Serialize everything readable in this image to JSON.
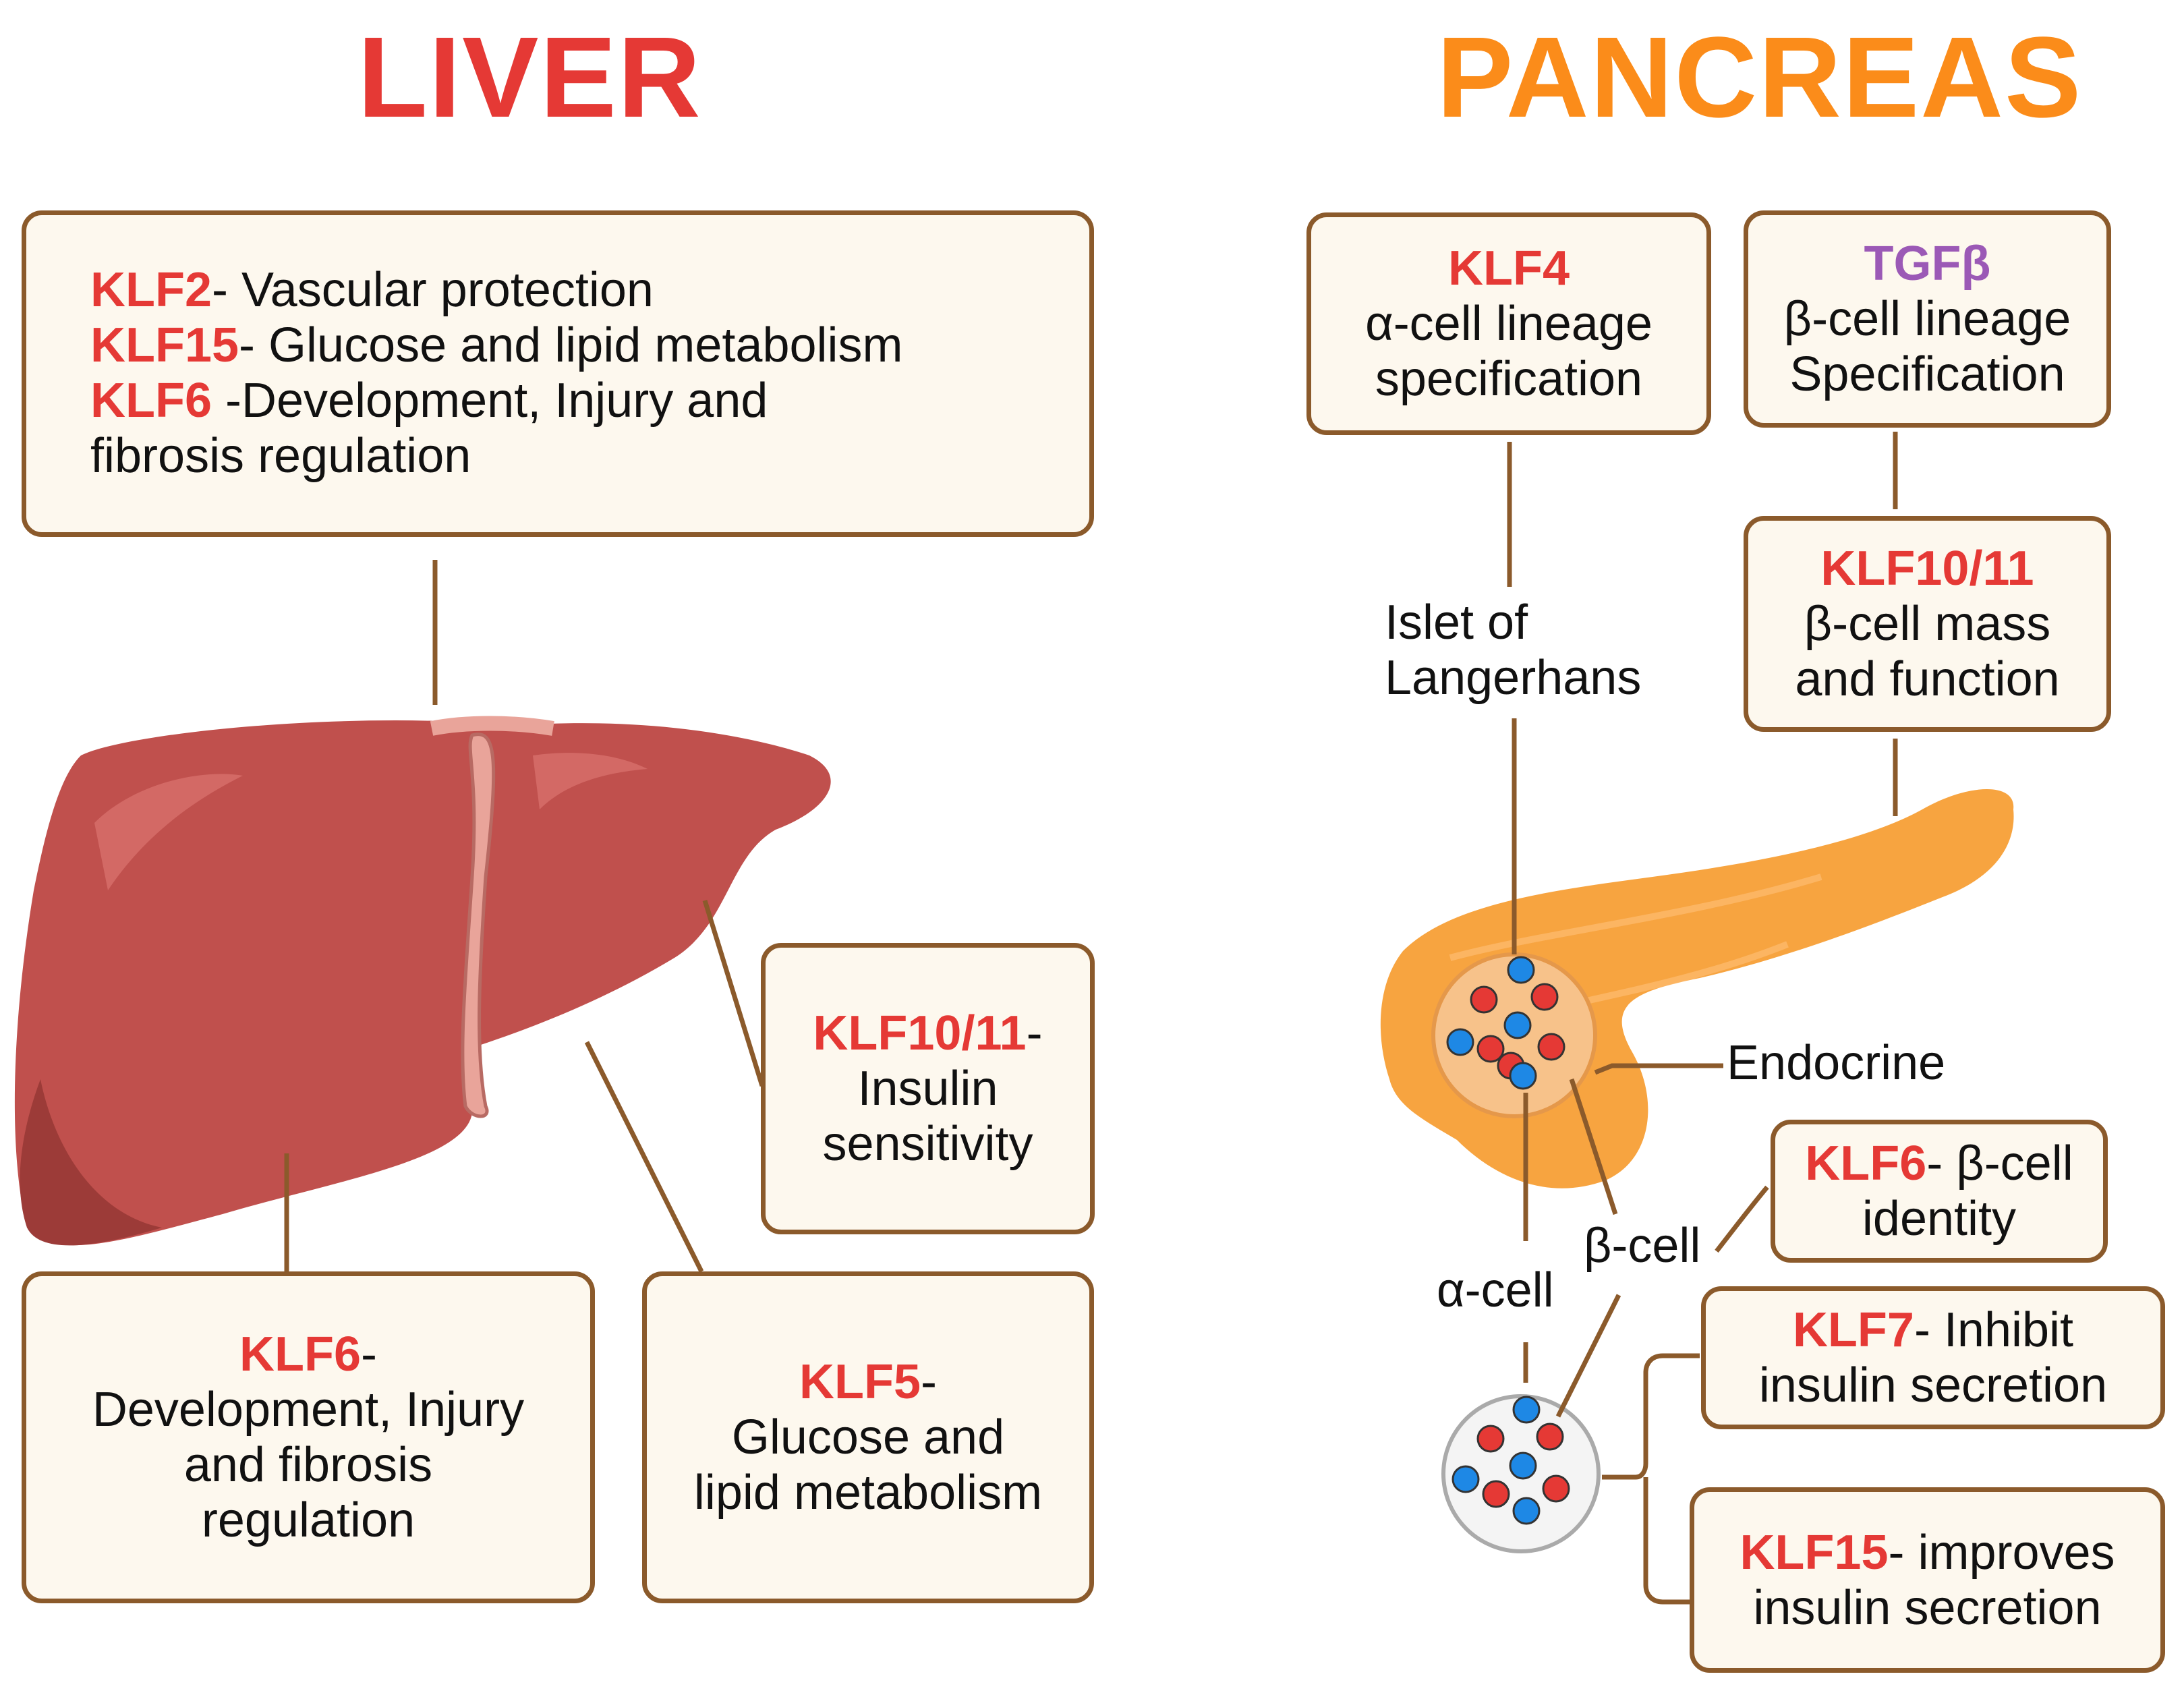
{
  "liver": {
    "title": "LIVER",
    "top_box": {
      "rows": [
        {
          "klf": "KLF2",
          "text": "- Vascular protection"
        },
        {
          "klf": "KLF15",
          "text": "- Glucose and lipid metabolism"
        },
        {
          "klf": "KLF6",
          "text": " -Development, Injury and"
        },
        {
          "klf": "",
          "text": "fibrosis regulation"
        }
      ]
    },
    "klf10_box": {
      "klf": "KLF10/11",
      "suffix": "-",
      "lines": [
        "Insulin",
        "sensitivity"
      ]
    },
    "klf6_box": {
      "klf": "KLF6",
      "suffix": "-",
      "lines": [
        "Development, Injury",
        "and fibrosis",
        "regulation"
      ]
    },
    "klf5_box": {
      "klf": "KLF5",
      "suffix": "-",
      "lines": [
        "Glucose and",
        "lipid metabolism"
      ]
    }
  },
  "pancreas": {
    "title": "PANCREAS",
    "klf4_box": {
      "klf": "KLF4",
      "lines": [
        "α-cell lineage",
        "specification"
      ]
    },
    "tgfb_box": {
      "factor": "TGFβ",
      "lines": [
        "β-cell lineage",
        "Specification"
      ]
    },
    "klf1011_box": {
      "klf": "KLF10/11",
      "lines": [
        "β-cell mass",
        "and function"
      ]
    },
    "klf6_box": {
      "klf": "KLF6",
      "text": "- β-cell",
      "line2": "identity"
    },
    "klf7_box": {
      "klf": "KLF7",
      "text": "- Inhibit",
      "line2": "insulin secretion"
    },
    "klf15_box": {
      "klf": "KLF15",
      "text": "- improves",
      "line2": "insulin secretion"
    },
    "labels": {
      "islet_line1": "Islet of",
      "islet_line2": "Langerhans",
      "endocrine": "Endocrine",
      "alpha_cell": "α-cell",
      "beta_cell": "β-cell"
    }
  },
  "colors": {
    "liver_title": "#e53935",
    "pancreas_title": "#fb8c1a",
    "klf": "#e53935",
    "tgfb": "#9b59b6",
    "connector": "#8b5a2b",
    "box_fill": "#fdf8ee",
    "liver": "#c0504d",
    "pancreas": "#f7a440",
    "alpha_dot": "#1e88e5",
    "beta_dot": "#e53935"
  }
}
